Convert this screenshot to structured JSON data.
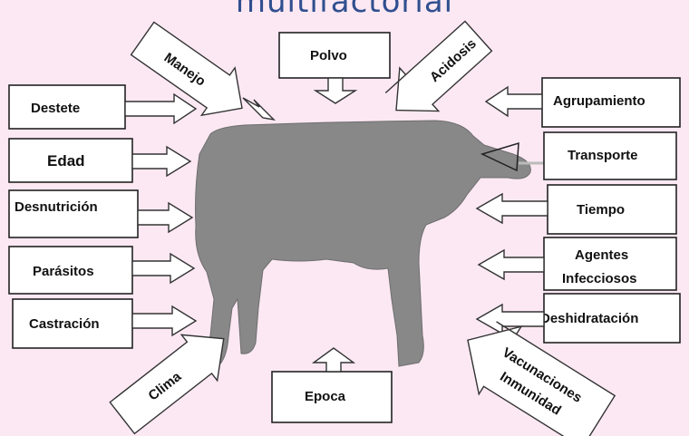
{
  "title": "multifactorial",
  "factors": {
    "destete": "Destete",
    "edad": "Edad",
    "desnutricion": "Desnutrición",
    "parasitos": "Parásitos",
    "castracion": "Castración",
    "manejo": "Manejo",
    "polvo": "Polvo",
    "acidosis": "Acidosis",
    "agrupamiento": "Agrupamiento",
    "transporte": "Transporte",
    "tiempo": "Tiempo",
    "agentes_line1": "Agentes",
    "agentes_line2": "Infecciosos",
    "deshidratacion": "Deshidratación",
    "clima": "Clima",
    "epoca": "Epoca",
    "vacunaciones_line1": "Vacunaciones",
    "vacunaciones_line2": "Inmunidad"
  },
  "colors": {
    "background": "#fce8f3",
    "cow": "#888888",
    "title": "#2f4f8f"
  }
}
